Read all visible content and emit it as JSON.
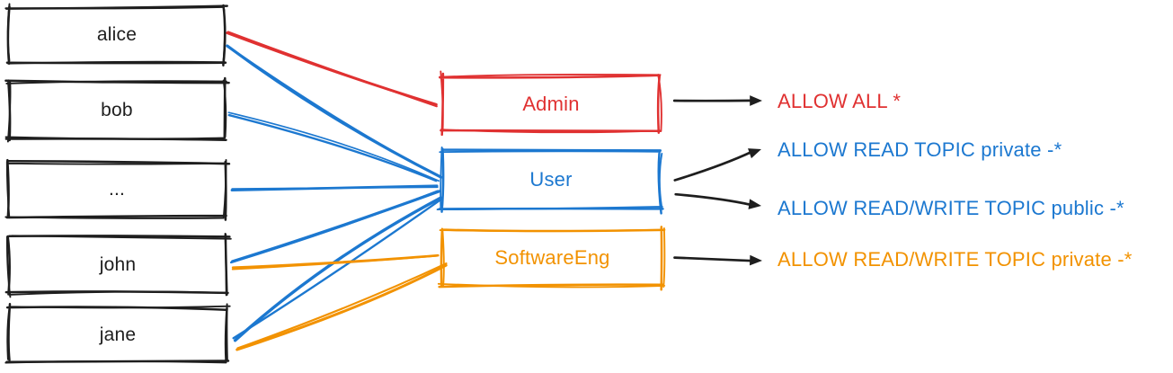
{
  "colors": {
    "ink": "#1e1e1e",
    "red": "#e03131",
    "blue": "#1c78d0",
    "orange": "#f29200"
  },
  "users": [
    {
      "label": "alice"
    },
    {
      "label": "bob"
    },
    {
      "label": "..."
    },
    {
      "label": "john"
    },
    {
      "label": "jane"
    }
  ],
  "roles": [
    {
      "label": "Admin",
      "color": "red"
    },
    {
      "label": "User",
      "color": "blue"
    },
    {
      "label": "SoftwareEng",
      "color": "orange"
    }
  ],
  "permissions": [
    {
      "label": "ALLOW ALL *",
      "color": "red"
    },
    {
      "label": "ALLOW READ TOPIC private -*",
      "color": "blue"
    },
    {
      "label": "ALLOW READ/WRITE TOPIC public -*",
      "color": "blue"
    },
    {
      "label": "ALLOW READ/WRITE TOPIC private -*",
      "color": "orange"
    }
  ],
  "assignments": [
    {
      "user": "alice",
      "role": "Admin"
    },
    {
      "user": "alice",
      "role": "User"
    },
    {
      "user": "bob",
      "role": "User"
    },
    {
      "user": "...",
      "role": "User"
    },
    {
      "user": "john",
      "role": "User"
    },
    {
      "user": "jane",
      "role": "User"
    },
    {
      "user": "john",
      "role": "SoftwareEng"
    },
    {
      "user": "jane",
      "role": "SoftwareEng"
    }
  ],
  "role_permissions": [
    {
      "role": "Admin",
      "permission": "ALLOW ALL *"
    },
    {
      "role": "User",
      "permission": "ALLOW READ TOPIC private -*"
    },
    {
      "role": "User",
      "permission": "ALLOW READ/WRITE TOPIC public -*"
    },
    {
      "role": "SoftwareEng",
      "permission": "ALLOW READ/WRITE TOPIC private -*"
    }
  ]
}
